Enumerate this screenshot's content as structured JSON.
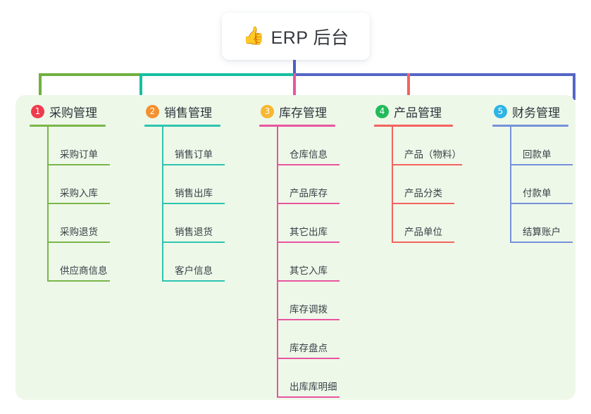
{
  "root": {
    "icon": "thumbs-up-icon",
    "icon_glyph": "👍",
    "title": "ERP 后台",
    "stem_color": "#4a5fc1"
  },
  "panel": {
    "background": "#eef8e9"
  },
  "connectors": {
    "bar_segment_colors": [
      "#6fb03f",
      "#16bfa0",
      "#5566c4"
    ],
    "drop_colors": [
      "#6fb03f",
      "#16bfa0",
      "#e8559f",
      "#f4625f",
      "#5566c4"
    ]
  },
  "columns": [
    {
      "index": "1",
      "badge_label": "1",
      "badge_color": "#ef3b4e",
      "accent": "#7ab648",
      "title": "采购管理",
      "header_rule_width": 108,
      "items": [
        {
          "label": "采购订单"
        },
        {
          "label": "采购入库"
        },
        {
          "label": "采购退货"
        },
        {
          "label": "供应商信息"
        }
      ]
    },
    {
      "index": "2",
      "badge_label": "2",
      "badge_color": "#f5902f",
      "accent": "#2ec4b0",
      "title": "销售管理",
      "header_rule_width": 108,
      "items": [
        {
          "label": "销售订单"
        },
        {
          "label": "销售出库"
        },
        {
          "label": "销售退货"
        },
        {
          "label": "客户信息"
        }
      ]
    },
    {
      "index": "3",
      "badge_label": "3",
      "badge_color": "#f7b731",
      "accent": "#e8559f",
      "title": "库存管理",
      "header_rule_width": 108,
      "items": [
        {
          "label": "仓库信息"
        },
        {
          "label": "产品库存"
        },
        {
          "label": "其它出库"
        },
        {
          "label": "其它入库"
        },
        {
          "label": "库存调拨"
        },
        {
          "label": "库存盘点"
        },
        {
          "label": "出库库明细"
        }
      ]
    },
    {
      "index": "4",
      "badge_label": "4",
      "badge_color": "#22bb5b",
      "accent": "#f4625f",
      "title": "产品管理",
      "header_rule_width": 112,
      "items": [
        {
          "label": "产品（物料）"
        },
        {
          "label": "产品分类"
        },
        {
          "label": "产品单位"
        }
      ]
    },
    {
      "index": "5",
      "badge_label": "5",
      "badge_color": "#2eb4e6",
      "accent": "#7591d8",
      "title": "财务管理",
      "header_rule_width": 108,
      "items": [
        {
          "label": "回款单"
        },
        {
          "label": "付款单"
        },
        {
          "label": "结算账户"
        }
      ]
    }
  ]
}
